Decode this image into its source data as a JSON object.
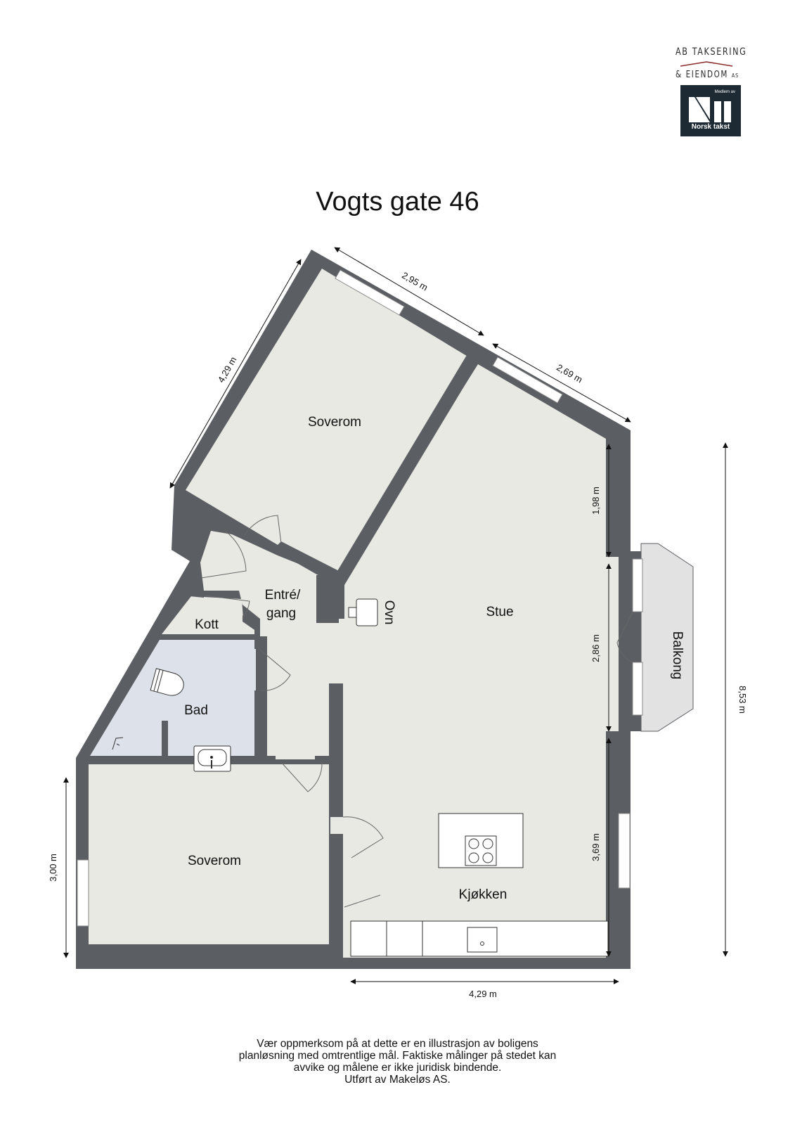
{
  "logo": {
    "company_line1": "AB TAKSERING",
    "company_line2": "& EIENDOM",
    "company_suffix": "AS",
    "badge_top": "Medlem av",
    "badge_bottom": "Norsk takst",
    "roof_color": "#8b2c2c",
    "badge_color": "#1e2a33"
  },
  "title": "Vogts gate 46",
  "colors": {
    "wall": "#5b5e63",
    "floor": "#e9e9e3",
    "bath_floor": "#dde2ea",
    "balcony_floor": "#e2e2e2",
    "fixture": "#ffffff"
  },
  "rooms": {
    "soverom_top": "Soverom",
    "stue": "Stue",
    "entre_line1": "Entré/",
    "entre_line2": "gang",
    "kott": "Kott",
    "bad": "Bad",
    "soverom_bottom": "Soverom",
    "kjokken": "Kjøkken",
    "balkong": "Balkong",
    "ovn": "Ovn"
  },
  "dimensions": {
    "top_left_wall": "2,95 m",
    "top_right_wall": "2,69 m",
    "left_diagonal": "4,29 m",
    "right_upper": "1,98 m",
    "right_middle": "2,86 m",
    "right_lower": "3,69 m",
    "total_height": "8,53 m",
    "left_bedroom": "3,00 m",
    "bottom_width": "4,29 m"
  },
  "disclaimer": {
    "line1": "Vær oppmerksom på at dette er en illustrasjon av boligens",
    "line2": "planløsning med omtrentlige mål. Faktiske målinger på stedet kan",
    "line3": "avvike og målene er ikke juridisk bindende.",
    "line4": "Utført av Makeløs AS."
  }
}
